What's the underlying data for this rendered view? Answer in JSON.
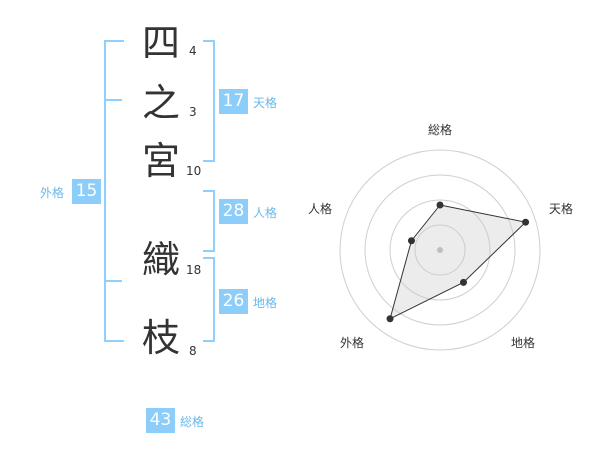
{
  "name": {
    "characters": [
      {
        "char": "四",
        "strokes": "4"
      },
      {
        "char": "之",
        "strokes": "3"
      },
      {
        "char": "宮",
        "strokes": "10"
      },
      {
        "char": "織",
        "strokes": "18"
      },
      {
        "char": "枝",
        "strokes": "8"
      }
    ]
  },
  "fortunes": {
    "tenkaku": {
      "value": "17",
      "label": "天格"
    },
    "jinkaku": {
      "value": "28",
      "label": "人格"
    },
    "chikaku": {
      "value": "26",
      "label": "地格"
    },
    "gaikaku": {
      "value": "15",
      "label": "外格"
    },
    "soukaku": {
      "value": "43",
      "label": "総格"
    }
  },
  "colors": {
    "accent": "#8ccdf9",
    "bracket": "#8fd0ff",
    "text": "#333333"
  },
  "chart_data": {
    "type": "radar",
    "axes": [
      "総格",
      "天格",
      "地格",
      "外格",
      "人格"
    ],
    "values": [
      0.45,
      0.9,
      0.4,
      0.85,
      0.3
    ],
    "max": 1,
    "rings": 4
  }
}
